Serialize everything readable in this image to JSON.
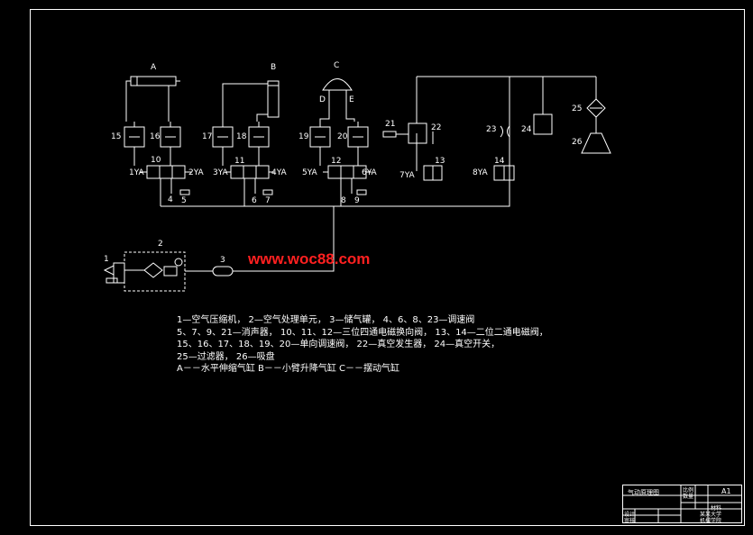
{
  "watermark": "www.woc88.com",
  "labels": {
    "A": "A",
    "B": "B",
    "C": "C",
    "D": "D",
    "E": "E",
    "n1": "1",
    "n2": "2",
    "n3": "3",
    "n4": "4",
    "n5": "5",
    "n6": "6",
    "n7": "7",
    "n8": "8",
    "n9": "9",
    "n10": "10",
    "n11": "11",
    "n12": "12",
    "n13": "13",
    "n14": "14",
    "n15": "15",
    "n16": "16",
    "n17": "17",
    "n18": "18",
    "n19": "19",
    "n20": "20",
    "n21": "21",
    "n22": "22",
    "n23": "23",
    "n24": "24",
    "n25": "25",
    "n26": "26",
    "y1": "1YA",
    "y2": "2YA",
    "y3": "3YA",
    "y4": "4YA",
    "y5": "5YA",
    "y6": "6YA",
    "y7": "7YA",
    "y8": "8YA"
  },
  "legend": [
    "1—空气压缩机，      2—空气处理单元，      3—储气罐，      4、6、8、23—调速阀",
    "5、7、9、21—消声器，   10、11、12—三位四通电磁换向阀，   13、14—二位二通电磁阀，",
    "15、16、17、18、19、20—单向调速阀，    22—真空发生器，    24—真空开关，",
    "25—过滤器，      26—吸盘",
    "A－－水平伸缩气缸      B－－小臂升降气缸      C－－摆动气缸"
  ],
  "title_block": {
    "title": "气动原理图",
    "sheet": "A1",
    "r1": "设计",
    "r2": "审核",
    "c1": "比例",
    "c2": "数量",
    "c3": "材料",
    "school": "某某大学",
    "dept": "机械学院"
  }
}
